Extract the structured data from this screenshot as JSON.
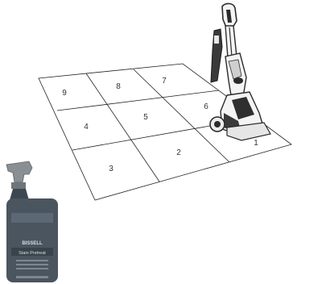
{
  "diagram": {
    "section_labels": [
      "1",
      "2",
      "3",
      "4",
      "5",
      "6",
      "7",
      "8",
      "9"
    ]
  },
  "product": {
    "brand": "BISSELL",
    "name": "Stain Pretreat"
  },
  "colors": {
    "grid_line": "#222222",
    "label": "#333333",
    "machine_dark": "#2b2b2b",
    "machine_light": "#f4f4f4",
    "bottle_body": "#4a5560",
    "bottle_trigger": "#8a8f94"
  }
}
